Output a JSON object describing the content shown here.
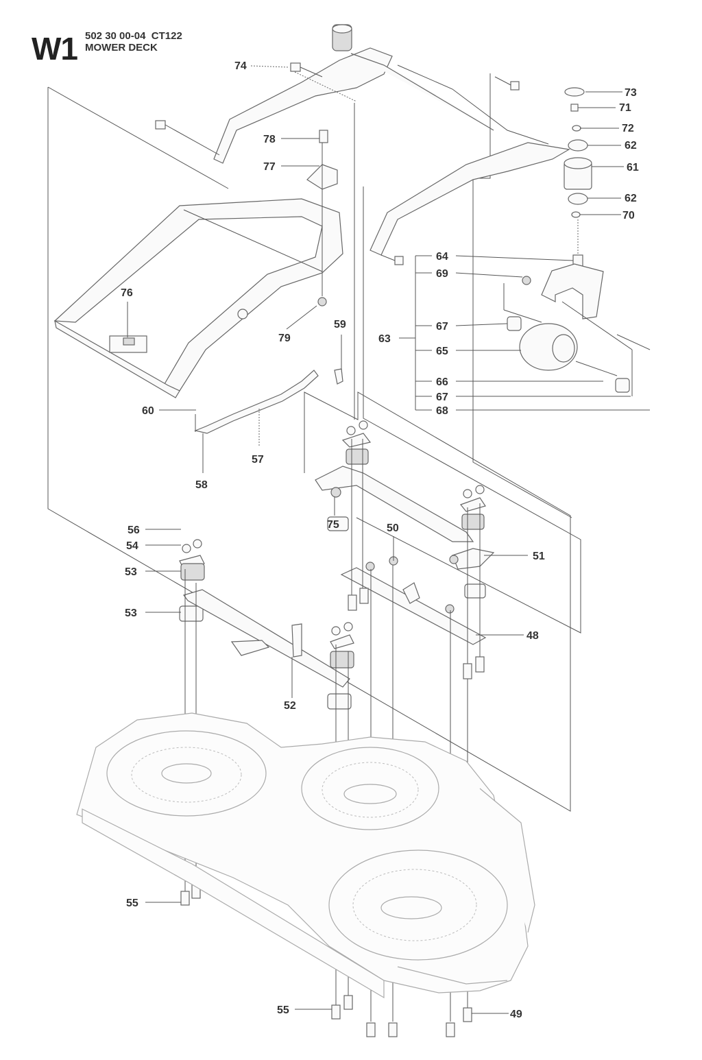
{
  "header": {
    "code": "W1",
    "part_number": "502 30 00-04",
    "model": "CT122",
    "title": "MOWER DECK"
  },
  "callouts": [
    {
      "id": "74"
    },
    {
      "id": "73"
    },
    {
      "id": "71"
    },
    {
      "id": "72"
    },
    {
      "id": "62a"
    },
    {
      "id": "61"
    },
    {
      "id": "62b"
    },
    {
      "id": "70"
    },
    {
      "id": "78"
    },
    {
      "id": "77"
    },
    {
      "id": "64"
    },
    {
      "id": "69"
    },
    {
      "id": "76"
    },
    {
      "id": "63"
    },
    {
      "id": "67a"
    },
    {
      "id": "65"
    },
    {
      "id": "66"
    },
    {
      "id": "67b"
    },
    {
      "id": "68"
    },
    {
      "id": "79"
    },
    {
      "id": "59"
    },
    {
      "id": "60"
    },
    {
      "id": "57"
    },
    {
      "id": "58"
    },
    {
      "id": "56"
    },
    {
      "id": "54"
    },
    {
      "id": "53a"
    },
    {
      "id": "53b"
    },
    {
      "id": "75"
    },
    {
      "id": "50"
    },
    {
      "id": "51"
    },
    {
      "id": "48"
    },
    {
      "id": "52"
    },
    {
      "id": "55a"
    },
    {
      "id": "55b"
    },
    {
      "id": "49"
    }
  ],
  "labels": {
    "74": "74",
    "73": "73",
    "71": "71",
    "72": "72",
    "62a": "62",
    "61": "61",
    "62b": "62",
    "70": "70",
    "78": "78",
    "77": "77",
    "64": "64",
    "69": "69",
    "76": "76",
    "63": "63",
    "67a": "67",
    "65": "65",
    "66": "66",
    "67b": "67",
    "68": "68",
    "79": "79",
    "59": "59",
    "60": "60",
    "57": "57",
    "58": "58",
    "56": "56",
    "54": "54",
    "53a": "53",
    "53b": "53",
    "75": "75",
    "50": "50",
    "51": "51",
    "48": "48",
    "52": "52",
    "55a": "55",
    "55b": "55",
    "49": "49"
  }
}
